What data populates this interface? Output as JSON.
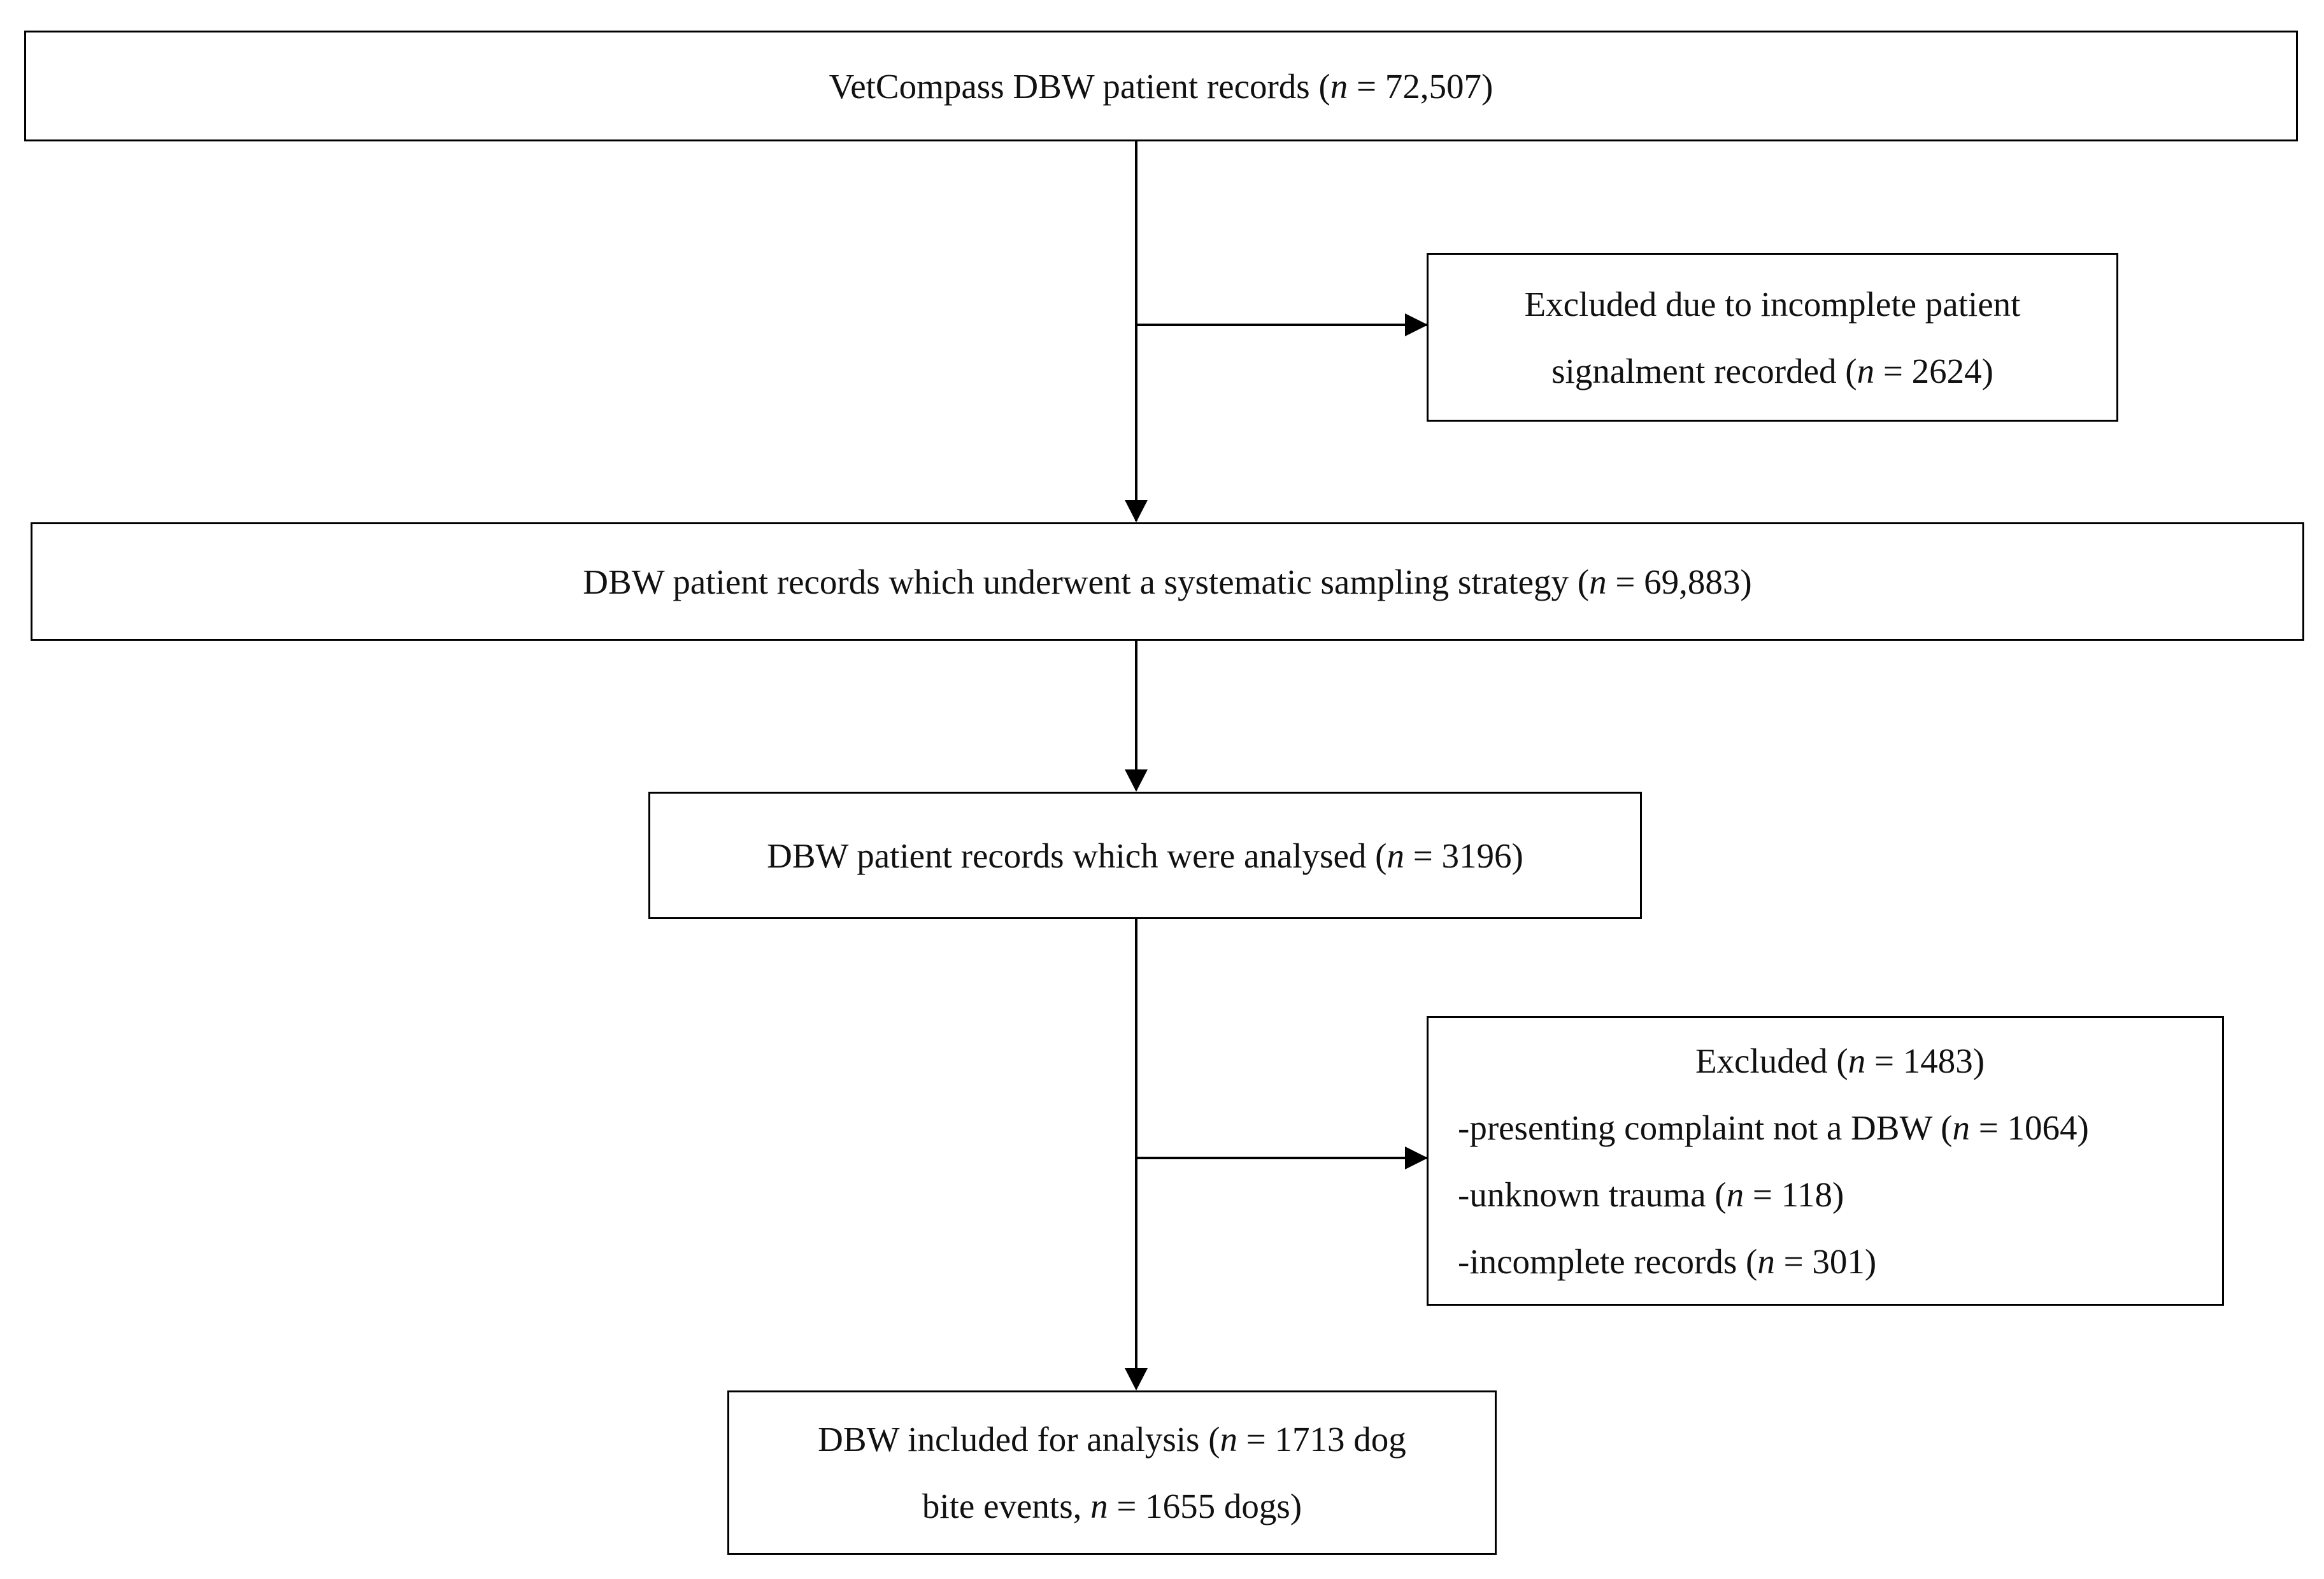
{
  "nodes": {
    "start": {
      "pre": "VetCompass DBW patient records (",
      "n_label": "n",
      "post": " = 72,507)"
    },
    "excluded_signalment": {
      "line1": "Excluded due to incomplete patient",
      "pre": "signalment recorded (",
      "n_label": "n",
      "post": " = 2624)"
    },
    "sampling": {
      "pre": "DBW patient records which underwent a systematic sampling strategy (",
      "n_label": "n",
      "post": " = 69,883)"
    },
    "analysed": {
      "pre": "DBW patient records which were analysed (",
      "n_label": "n",
      "post": " = 3196)"
    },
    "excluded_detail": {
      "head_pre": "Excluded (",
      "head_n": "n",
      "head_post": " = 1483)",
      "items": [
        {
          "pre": "-presenting complaint not a DBW (",
          "n_label": "n",
          "post": " = 1064)"
        },
        {
          "pre": "-unknown trauma (",
          "n_label": "n",
          "post": " = 118)"
        },
        {
          "pre": "-incomplete records (",
          "n_label": "n",
          "post": " = 301)"
        }
      ]
    },
    "included": {
      "line1_pre": "DBW included for analysis (",
      "line1_n": "n",
      "line1_post": " = 1713 dog",
      "line2_pre": "bite events, ",
      "line2_n": "n",
      "line2_post": " = 1655 dogs)"
    }
  },
  "colors": {
    "stroke": "#000000",
    "background": "#ffffff",
    "text": "#111111"
  }
}
